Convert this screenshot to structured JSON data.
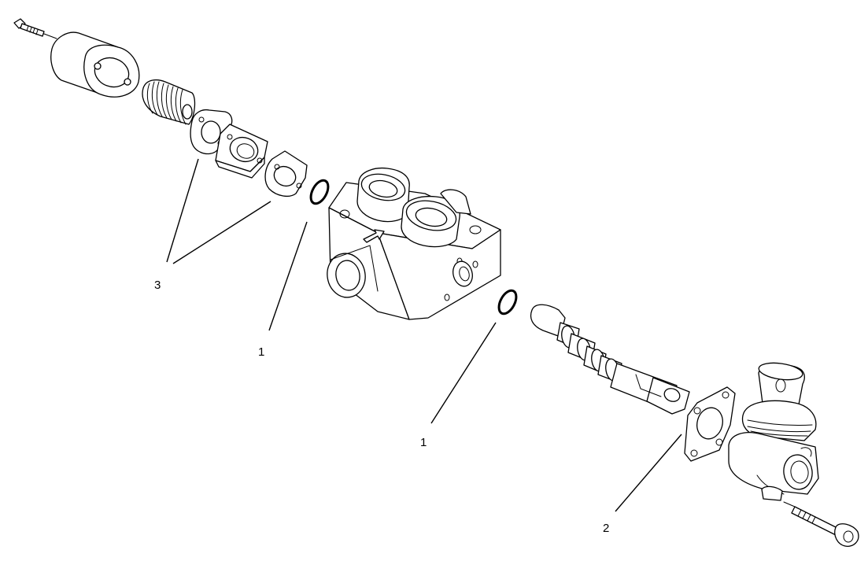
{
  "callouts": {
    "oring_left": "1",
    "oring_right": "1",
    "gasket": "2",
    "seal_kit": "3"
  }
}
